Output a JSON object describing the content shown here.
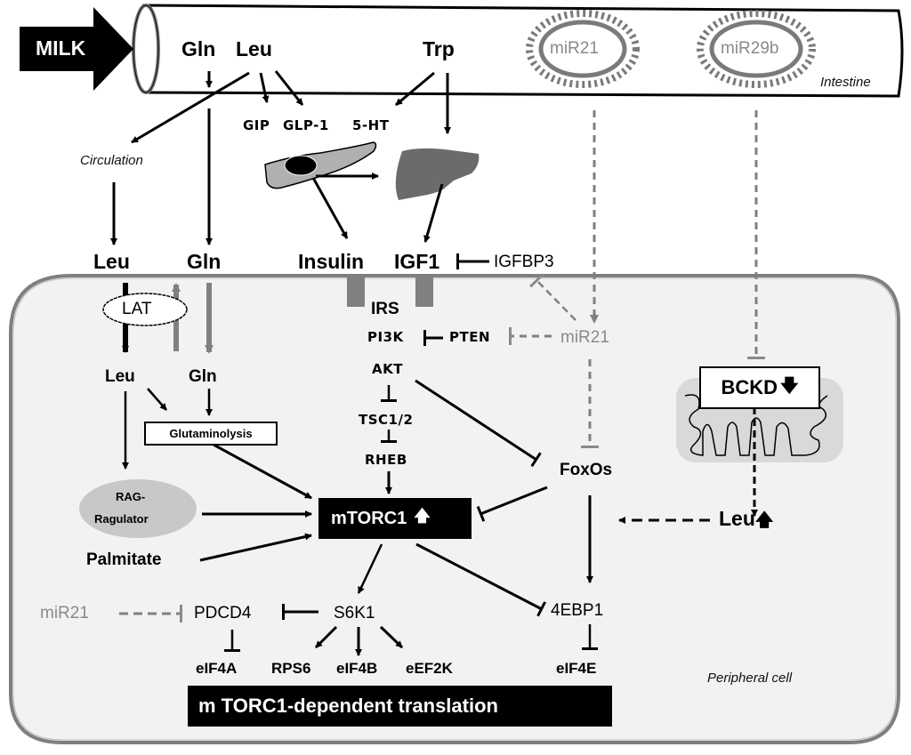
{
  "intestine": {
    "input_label": "MILK",
    "region_label": "Intestine",
    "amino_acids": {
      "gln": "Gln",
      "leu": "Leu",
      "trp": "Trp"
    },
    "hormones": {
      "gip": "GIP",
      "glp1": "GLP-1",
      "ht5": "5-HT"
    },
    "exosomes": [
      {
        "label": "miR21"
      },
      {
        "label": "miR29b"
      }
    ]
  },
  "circulation": {
    "label": "Circulation",
    "leu": "Leu",
    "gln": "Gln",
    "insulin": "Insulin",
    "igf1": "IGF1",
    "igfbp3": "IGFBP3"
  },
  "cell": {
    "region_label": "Peripheral cell",
    "transporter": "LAT",
    "leu_in": "Leu",
    "gln_in": "Gln",
    "glutaminolysis": "Glutaminolysis",
    "rag": "RAG-\nRagulator",
    "rag_line1": "RAG-",
    "rag_line2": "Ragulator",
    "palmitate": "Palmitate",
    "irs": "IRS",
    "pi3k": "PI3K",
    "pten": "PTEN",
    "mir21_pten": "miR21",
    "akt": "AKT",
    "tsc": "TSC1/2",
    "rheb": "RHEB",
    "foxos": "FoxOs",
    "mtorc1": "mTORC1",
    "mtorc1_status": "up",
    "bckd": "BCKD",
    "bckd_status": "down",
    "leu_mito": "Leu",
    "leu_mito_status": "up",
    "mir21_pdcd4": "miR21",
    "pdcd4": "PDCD4",
    "s6k1": "S6K1",
    "ebp1": "4EBP1",
    "targets": {
      "eif4a": "eIF4A",
      "rps6": "RPS6",
      "eif4b": "eIF4B",
      "eef2k": "eEF2K",
      "eif4e": "eIF4E"
    },
    "translation": "m TORC1-dependent translation"
  },
  "colors": {
    "black": "#000000",
    "grey_mirna": "#8a8a8a",
    "cell_fill": "#f2f2f2",
    "membrane": "#7f7f7f",
    "organ_grey": "#6b6b6b",
    "rag_fill": "#c8c8c8"
  }
}
